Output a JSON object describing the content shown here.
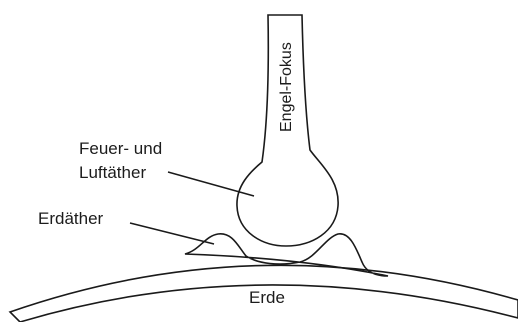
{
  "diagram": {
    "labels": {
      "angel_focus": "Engel-Fokus",
      "fire_air_ether_line1": "Feuer- und",
      "fire_air_ether_line2": "Luftäther",
      "earth_ether": "Erdäther",
      "earth": "Erde"
    },
    "colors": {
      "ink": "#1a1a1a",
      "paper": "#ffffff"
    }
  }
}
